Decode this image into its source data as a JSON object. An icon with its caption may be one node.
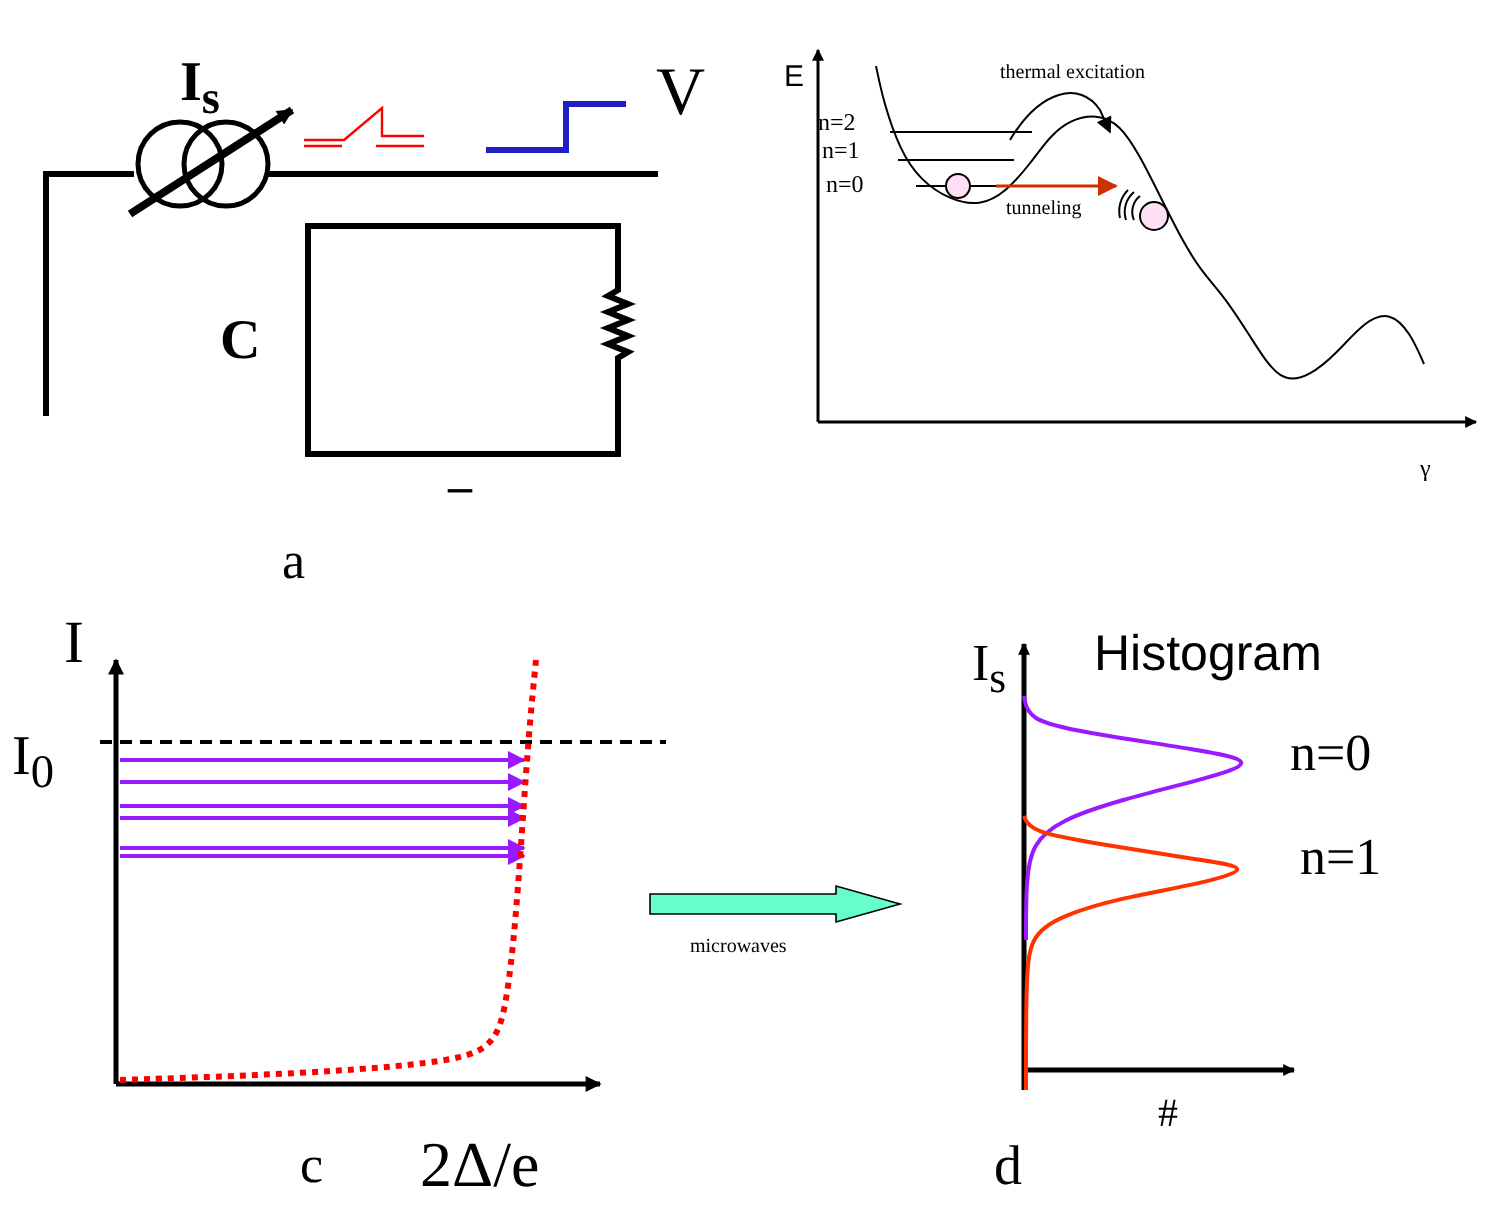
{
  "diagram": {
    "labels": [
      "I$_{s}$",
      "V",
      "C",
      "–",
      "a",
      "E",
      "thermal excitation",
      "n=2",
      "n=1",
      "n=0",
      "tunneling",
      "γ",
      "I",
      "I$_{0}$",
      "microwaves",
      "I$_{s}$",
      "Histogram",
      "n=0",
      "n=1",
      "c",
      "2Δ/e",
      "d",
      "#"
    ]
  }
}
